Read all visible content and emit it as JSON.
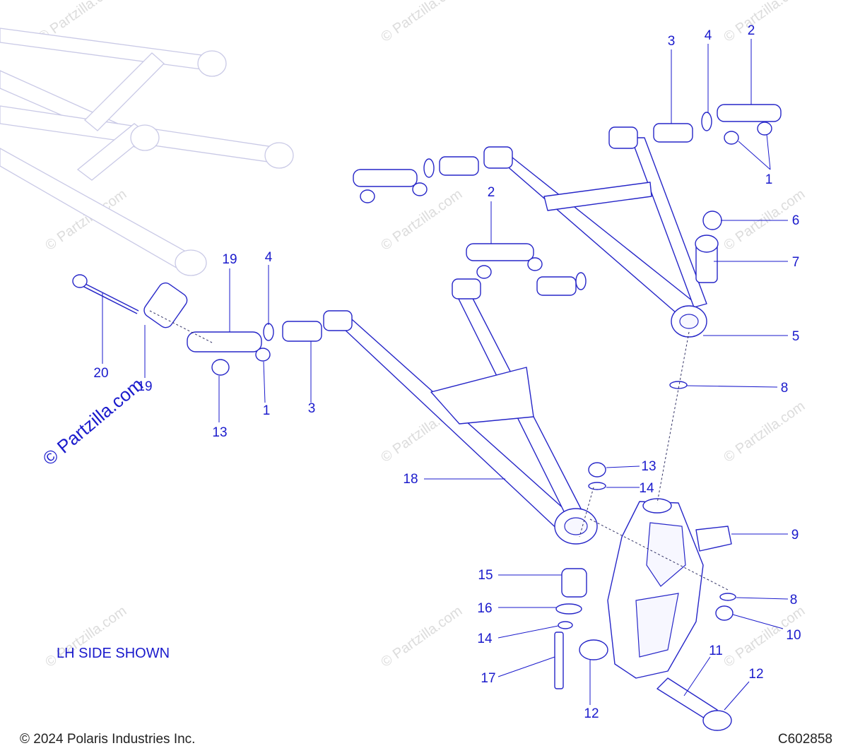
{
  "diagram": {
    "note": "LH SIDE SHOWN",
    "copyright": "© 2024 Polaris Industries Inc.",
    "code": "C602858",
    "watermark": "© Partzilla.com",
    "callouts": {
      "c3a": "3",
      "c4a": "4",
      "c2a": "2",
      "c1a": "1",
      "c2b": "2",
      "c6": "6",
      "c7": "7",
      "c5": "5",
      "c8a": "8",
      "c19a": "19",
      "c4b": "4",
      "c20": "20",
      "c19b": "19",
      "c13a": "13",
      "c1b": "1",
      "c3b": "3",
      "c18": "18",
      "c13b": "13",
      "c14a": "14",
      "c9": "9",
      "c15": "15",
      "c16": "16",
      "c14b": "14",
      "c17": "17",
      "c8b": "8",
      "c10": "10",
      "c11": "11",
      "c12a": "12",
      "c12b": "12"
    }
  }
}
